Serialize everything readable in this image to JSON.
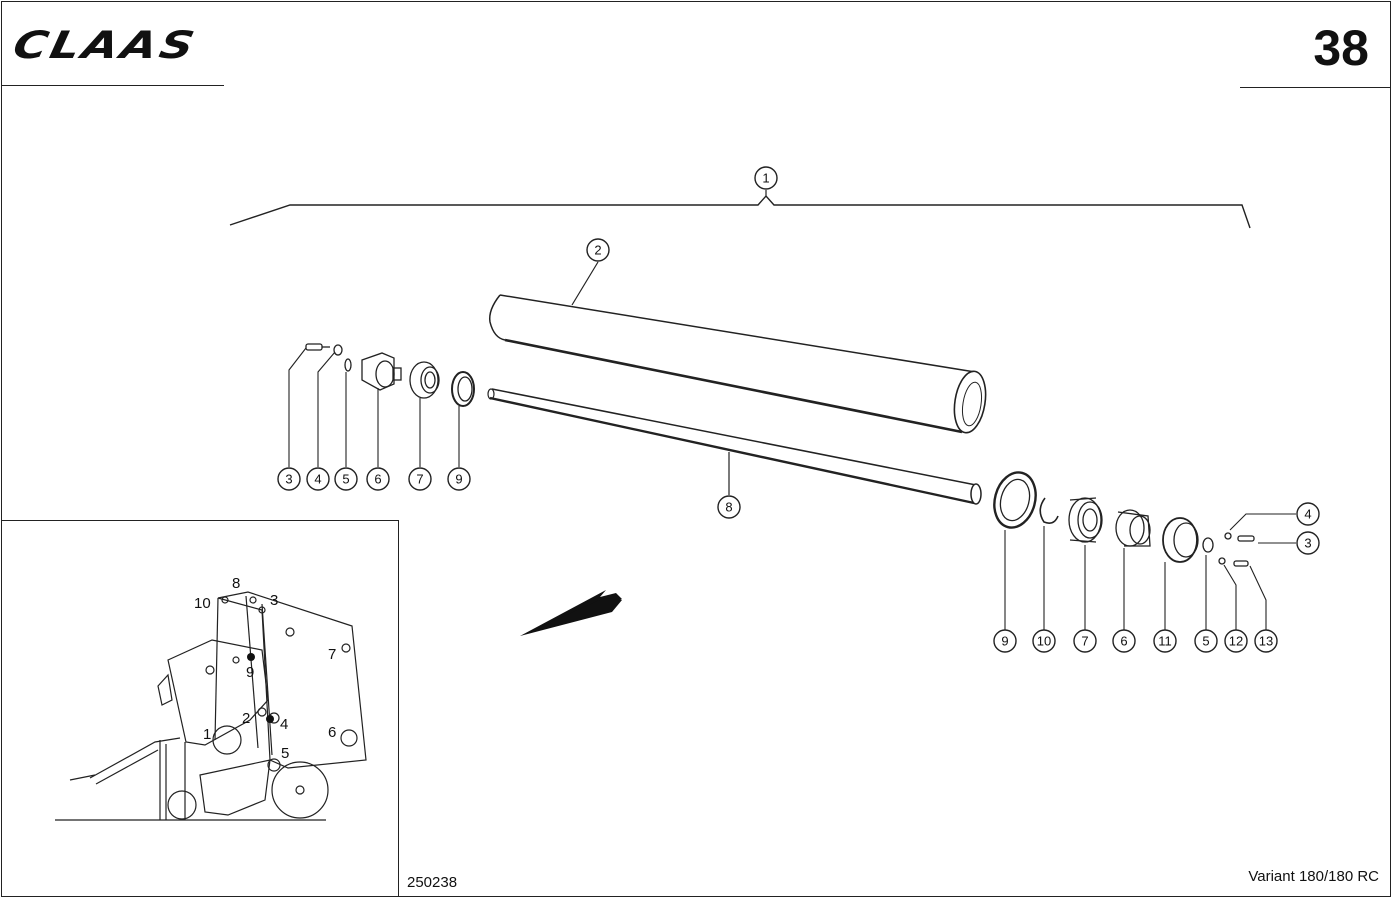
{
  "header": {
    "brand": "CLAAS",
    "page_number": "38"
  },
  "callouts": {
    "c1": "1",
    "c2": "2",
    "c8": "8",
    "left": [
      "3",
      "4",
      "5",
      "6",
      "7",
      "9"
    ],
    "right_row": [
      "9",
      "10",
      "7",
      "6",
      "11",
      "5",
      "12",
      "13"
    ],
    "right_side": [
      "4",
      "3"
    ]
  },
  "inset": {
    "labels": [
      "10",
      "8",
      "3",
      "7",
      "9",
      "2",
      "4",
      "1",
      "6",
      "5"
    ]
  },
  "footer": {
    "drawing_code": "250238",
    "model": "Variant 180/180 RC"
  }
}
